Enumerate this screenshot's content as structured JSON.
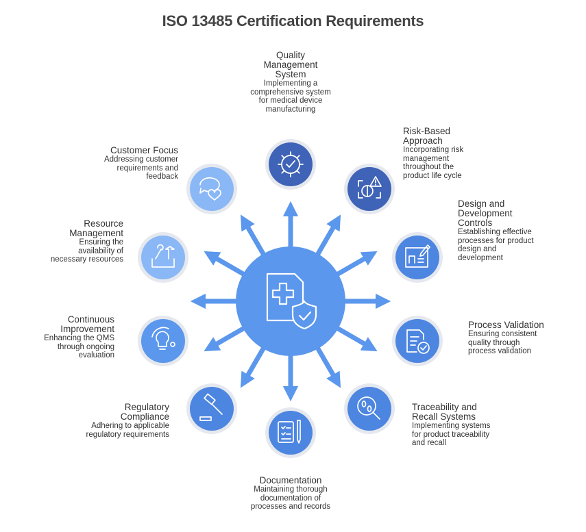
{
  "title": "ISO 13485 Certification Requirements",
  "colors": {
    "center": "#5b97ec",
    "arrow": "#5b97ec",
    "ring": "#e5e8ee",
    "dark_blue": "#3f63b6",
    "mid_blue": "#4d86e0",
    "light_blue": "#8ab7f5"
  },
  "center_icon": "medical-document-shield-icon",
  "nodes": [
    {
      "title": "Quality Management System",
      "desc": "Implementing a comprehensive system for medical device manufacturing",
      "icon": "gear-check-icon"
    },
    {
      "title": "Risk-Based Approach",
      "desc": "Incorporating risk management throughout the product life cycle",
      "icon": "risk-warning-icon"
    },
    {
      "title": "Design and Development Controls",
      "desc": "Establishing effective processes for product design and development",
      "icon": "design-pencil-icon"
    },
    {
      "title": "Process Validation",
      "desc": "Ensuring consistent quality through process validation",
      "icon": "document-check-icon"
    },
    {
      "title": "Traceability and Recall Systems",
      "desc": "Implementing systems for product traceability and recall",
      "icon": "magnifier-footprints-icon"
    },
    {
      "title": "Documentation",
      "desc": "Maintaining thorough documentation of processes and records",
      "icon": "clipboard-pen-icon"
    },
    {
      "title": "Regulatory Compliance",
      "desc": "Adhering to applicable regulatory requirements",
      "icon": "gavel-icon"
    },
    {
      "title": "Continuous Improvement",
      "desc": "Enhancing the QMS through ongoing evaluation",
      "icon": "lightbulb-cycle-icon"
    },
    {
      "title": "Resource Management",
      "desc": "Ensuring the availability of necessary resources",
      "icon": "toolbox-icon"
    },
    {
      "title": "Customer Focus",
      "desc": "Addressing customer requirements and feedback",
      "icon": "speech-heart-icon"
    }
  ]
}
